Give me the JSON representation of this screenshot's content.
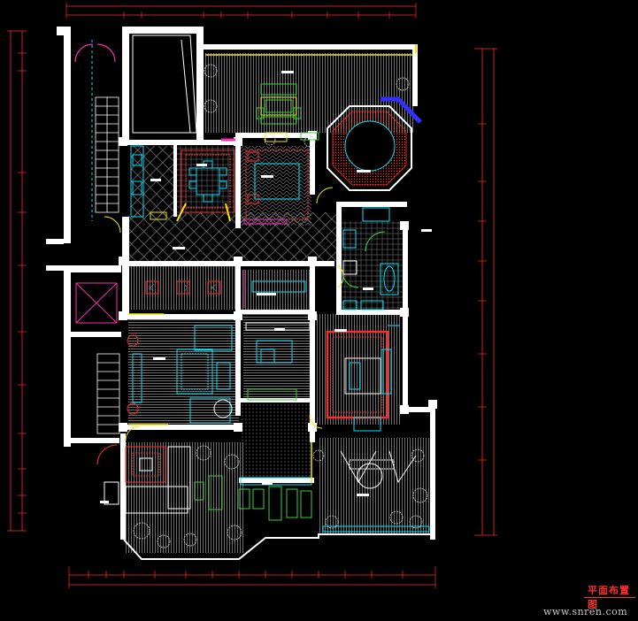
{
  "drawing": {
    "title": "平面布置图",
    "watermark": "www.snren.com"
  },
  "colors": {
    "background": "#000000",
    "wall": "#ffffff",
    "hatch": "#9a9a9a",
    "furniture": "#00e5ff",
    "door": "#ffff00",
    "dimension": "#ff2a2a",
    "accent_yellow": "#f2e600",
    "accent_green": "#38d23a",
    "accent_magenta": "#ff2ab8",
    "accent_blue": "#3030ff"
  },
  "icons": {
    "plants": "tree-symbol",
    "bathtub": "bathtub-symbol",
    "bed": "bed-symbol",
    "dining_set": "dining-table-symbol",
    "sofa": "sofa-symbol",
    "stairs": "stair-symbol",
    "elevator": "elevator-symbol"
  }
}
